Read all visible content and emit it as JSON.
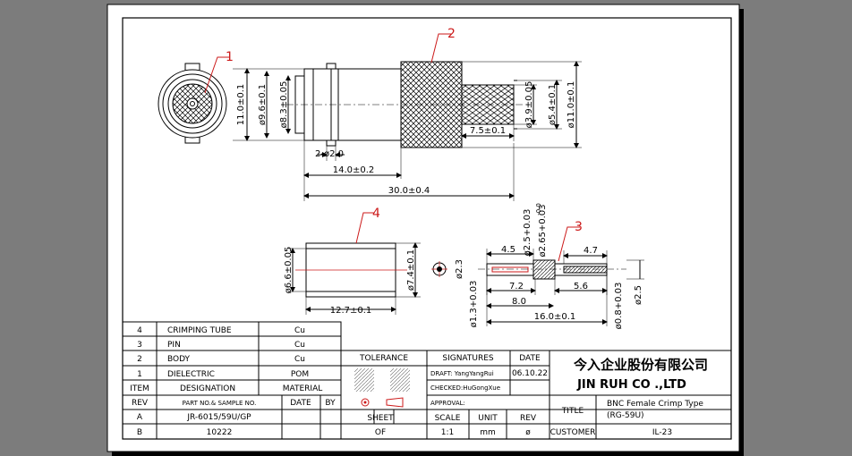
{
  "callouts": [
    "1",
    "2",
    "3",
    "4"
  ],
  "view_top": {
    "dims": {
      "h_overall": "11.0±0.1",
      "d_body": "ø9.6±0.1",
      "d_inner": "ø8.3±0.05",
      "d_ferrule_in": "ø3.9±0.05",
      "d_ferrule_mid": "ø5.4±0.1",
      "d_ferrule_out": "ø11.0±0.1",
      "len_ferrule": "7.5±0.1",
      "d_small": "2-ø2.0",
      "len_body": "14.0±0.2",
      "len_total": "30.0±0.4"
    }
  },
  "view_tube": {
    "dims": {
      "d_in": "ø6.6±0.05",
      "d_out": "ø7.4±0.1",
      "len": "12.7±0.1"
    }
  },
  "view_pin": {
    "dims": {
      "a": "4.5",
      "b": "ø2.5+0.03",
      "c": "ø2.65+0.03",
      "c_tol": "-0.0",
      "d": "4.7",
      "e": "ø2.3",
      "f": "7.2",
      "g": "5.6",
      "h": "8.0",
      "i": "16.0±0.1",
      "j": "ø1.3+0.03",
      "k": "ø0.8+0.03",
      "l": "ø2.5"
    }
  },
  "bom": {
    "rows": [
      {
        "item": "4",
        "name": "CRIMPING TUBE",
        "material": "Cu"
      },
      {
        "item": "3",
        "name": "PIN",
        "material": "Cu"
      },
      {
        "item": "2",
        "name": "BODY",
        "material": "Cu"
      },
      {
        "item": "1",
        "name": "DIELECTRIC",
        "material": "POM"
      }
    ],
    "header": {
      "item": "ITEM",
      "designation": "DESIGNATION",
      "material": "MATERIAL"
    }
  },
  "revs": {
    "header": {
      "rev": "REV",
      "part": "PART NO.& SAMPLE NO.",
      "date": "DATE",
      "by": "BY"
    },
    "rows": [
      {
        "rev": "A",
        "part": "JR-6015/59U/GP"
      },
      {
        "rev": "B",
        "part": "10222"
      }
    ]
  },
  "title_block": {
    "tolerance": "TOLERANCE",
    "signatures": "SIGNATURES",
    "date": "DATE",
    "draft": "DRAFT: YangYangRui",
    "draft_date": "06.10.22",
    "checked": "CHECKED:HuGongXue",
    "approval": "APPROVAL:",
    "sheet": "SHEET",
    "scale": "SCALE",
    "unit": "UNIT",
    "rev": "REV",
    "sheet_val": "OF",
    "scale_val": "1:1",
    "unit_val": "mm",
    "rev_val": "ø",
    "company_cn": "今入企业股份有限公司",
    "company_en": "JIN  RUH  CO .,LTD",
    "title": "TITLE",
    "title_val1": "BNC Female Crimp Type",
    "title_val2": "(RG-59U)",
    "customer": "CUSTOMER",
    "customer_val": "IL-23"
  }
}
